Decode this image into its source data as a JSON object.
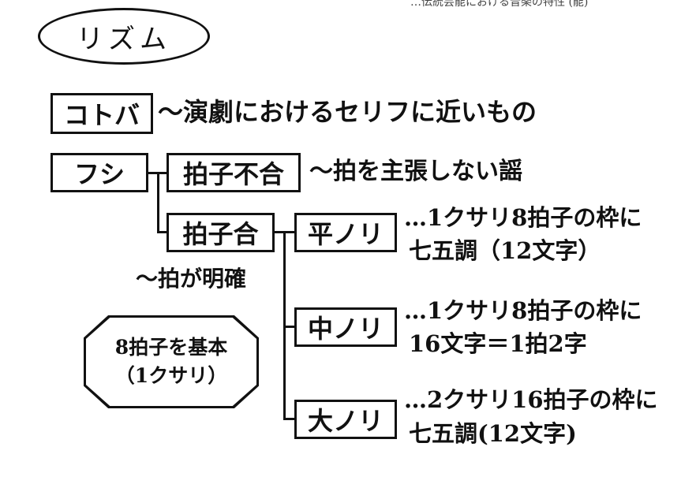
{
  "header_scrap": "…伝統芸能における音楽の特性 (能)",
  "title": "リズム",
  "kotoba": {
    "box": "コトバ",
    "desc": "～演劇におけるセリフに近いもの"
  },
  "fushi": {
    "box": "フシ"
  },
  "hyoshi_fugou": {
    "box": "拍子不合",
    "desc": "～拍を主張しない謡"
  },
  "hyoshi_gou": {
    "box": "拍子合",
    "note": "～拍が明確"
  },
  "hira_nori": {
    "box": "平ノリ",
    "line1": "…1クサリ8拍子の枠に",
    "line2": "七五調（12文字）"
  },
  "chu_nori": {
    "box": "中ノリ",
    "line1": "…1クサリ8拍子の枠に",
    "line2": "16文字＝1拍2字"
  },
  "o_nori": {
    "box": "大ノリ",
    "line1": "…2クサリ16拍子の枠に",
    "line2": "七五調(12文字)"
  },
  "basis": {
    "line1": "8拍子を基本",
    "line2": "（1クサリ）"
  }
}
